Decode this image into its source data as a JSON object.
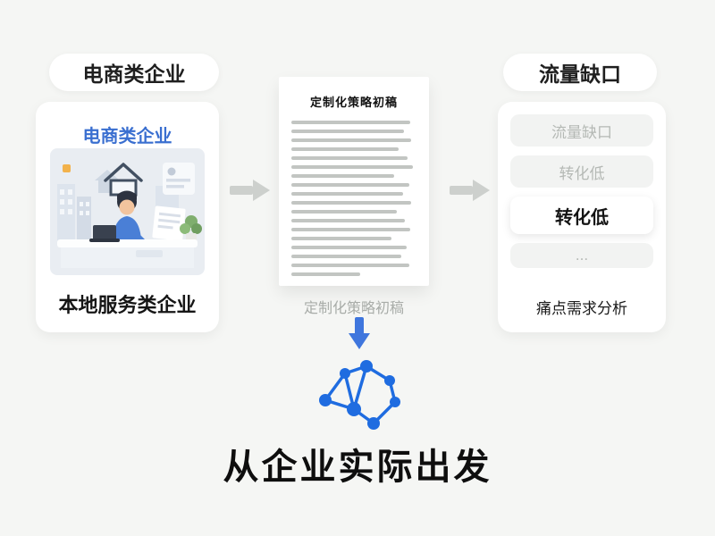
{
  "colors": {
    "background": "#f5f6f4",
    "accent_blue": "#1f6ce0",
    "title_blue": "#3a6fd0",
    "arrow_gray": "#cdd0cd",
    "faded_text": "#b5b9b5",
    "dark_text": "#161616"
  },
  "left_group": {
    "pill_label": "电商类企业",
    "card": {
      "title": "电商类企业",
      "illustration": "office-worker-at-desk",
      "caption": "本地服务类企业"
    }
  },
  "center_group": {
    "document": {
      "title": "定制化策略初稿",
      "line_widths": [
        95,
        90,
        96,
        86,
        93,
        97,
        82,
        94,
        89,
        96,
        84,
        91,
        95,
        80,
        92,
        88,
        94,
        55
      ]
    },
    "doc_caption": "定制化策略初稿",
    "down_arrow_icon": "arrow-down",
    "network_icon": "network-graph",
    "headline": "从企业实际出发"
  },
  "right_group": {
    "pill_label": "流量缺口",
    "card": {
      "items": [
        {
          "label": "流量缺口",
          "emphasis": "faded"
        },
        {
          "label": "转化低",
          "emphasis": "faded"
        },
        {
          "label": "转化低",
          "emphasis": "bold"
        },
        {
          "label": "...",
          "emphasis": "faded"
        }
      ],
      "caption": "痛点需求分析"
    }
  },
  "arrows": {
    "left_to_doc": "arrow-right",
    "doc_to_right": "arrow-right"
  }
}
